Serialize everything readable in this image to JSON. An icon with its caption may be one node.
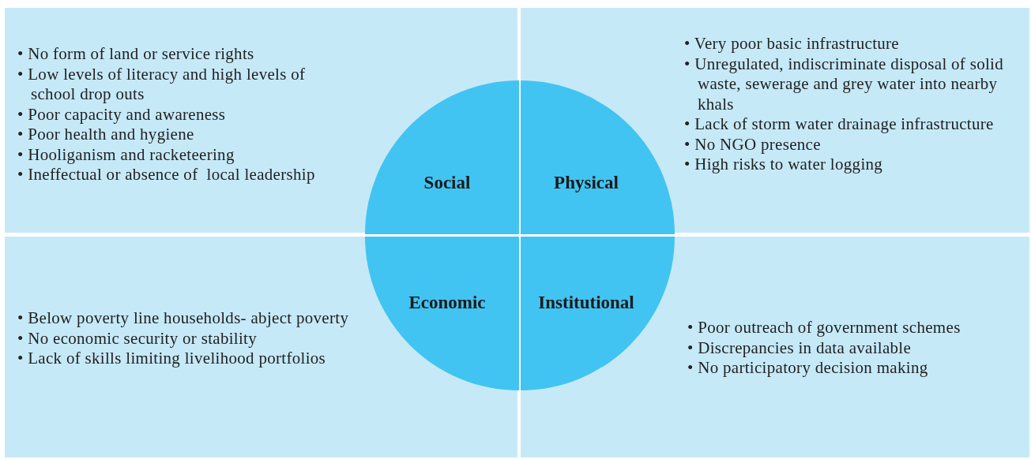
{
  "diagram": {
    "nodes": [
      {
        "text": [
          "• No form of land or service rights",
          "• Low levels of literacy and high levels of school drop outs",
          "• Poor capacity and awareness",
          "• Poor health and hygiene",
          "• Hooliganism and racketeering",
          "• Ineffectual or absence of  local leadership"
        ]
      },
      {
        "text": [
          "Social"
        ],
        "in": 0
      },
      {
        "text": [
          "• Very poor basic infrastructure",
          "• Unregulated, indiscriminate disposal of solid waste, sewerage and grey water into nearby khals",
          "• Lack of storm water drainage infrastructure",
          "• No NGO presence",
          "• High risks to water logging"
        ]
      },
      {
        "text": [
          "Physical"
        ],
        "in": 2
      },
      {
        "text": [
          "• Below poverty line households- abject poverty",
          "• No economic security or stability",
          "• Lack of skills limiting livelihood portfolios"
        ]
      },
      {
        "text": [
          "Economic"
        ],
        "in": 4
      },
      {
        "text": [
          "• Poor outreach of government schemes",
          "• Discrepancies in data available",
          "• No participatory decision making"
        ]
      },
      {
        "text": [
          "Institutional"
        ],
        "in": 6
      }
    ],
    "edges": []
  }
}
